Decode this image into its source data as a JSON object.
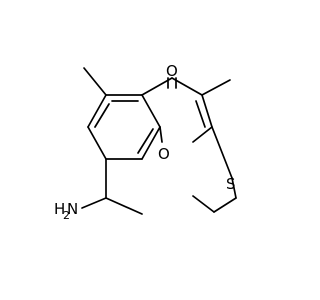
{
  "molecule": {
    "atoms": {
      "oxygen_carbonyl": "O",
      "oxygen_ring": "O",
      "sulfur": "S",
      "nitrogen": "N",
      "hydrogen_amine": "H",
      "hydrogen_count": "2"
    },
    "colors": {
      "bond": "#000000",
      "label": "#000000",
      "background": "#ffffff"
    }
  }
}
